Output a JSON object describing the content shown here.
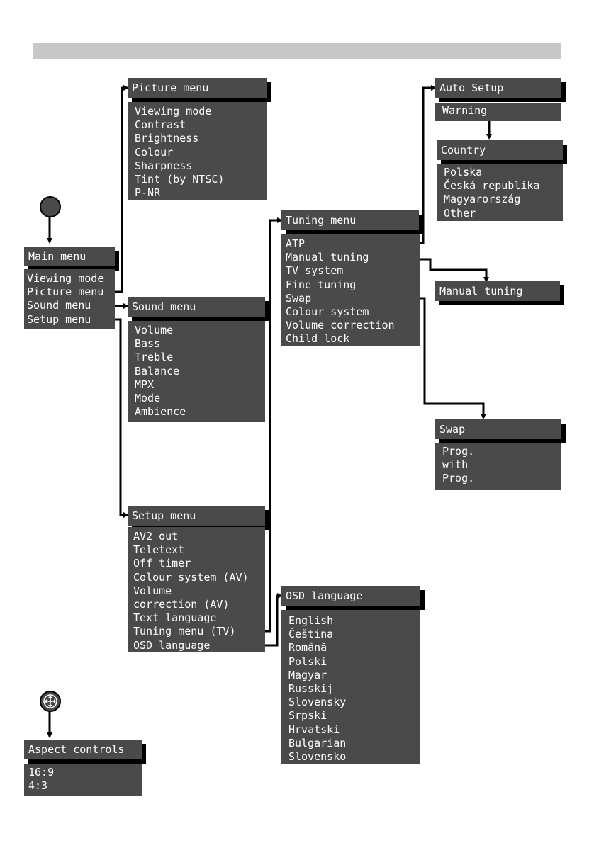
{
  "menus": {
    "main": {
      "title": "Main menu",
      "items": [
        "Viewing mode",
        "Picture menu",
        "Sound menu",
        "Setup menu"
      ]
    },
    "picture": {
      "title": "Picture menu",
      "items": [
        "Viewing mode",
        "Contrast",
        "Brightness",
        "Colour",
        "Sharpness",
        "Tint (by NTSC)",
        "P-NR"
      ]
    },
    "sound": {
      "title": "Sound menu",
      "items": [
        "Volume",
        "Bass",
        "Treble",
        "Balance",
        "MPX",
        "Mode",
        "Ambience"
      ]
    },
    "setup": {
      "title": "Setup menu",
      "items": [
        "AV2 out",
        "Teletext",
        "Off timer",
        "Colour system (AV)",
        "Volume",
        "correction (AV)",
        "Text language",
        "Tuning menu (TV)",
        "OSD language"
      ]
    },
    "tuning": {
      "title": "Tuning menu",
      "items": [
        "ATP",
        "Manual tuning",
        "TV system",
        "Fine tuning",
        "Swap",
        "Colour system",
        "Volume correction",
        "Child lock"
      ]
    },
    "auto_setup": {
      "title": "Auto Setup",
      "items": [
        "Warning"
      ]
    },
    "country": {
      "title": "Country",
      "items": [
        "Polska",
        "Česká republika",
        "Magyarország",
        "Other"
      ]
    },
    "manual_tuning": {
      "title": "Manual tuning"
    },
    "swap": {
      "title": "Swap",
      "items": [
        "Prog.",
        "with",
        "Prog."
      ]
    },
    "osd_language": {
      "title": "OSD language",
      "items": [
        "English",
        "Čeština",
        "Română",
        "Polski",
        "Magyar",
        "Russkij",
        "Slovensky",
        "Srpski",
        "Hrvatski",
        "Bulgarian",
        "Slovensko"
      ]
    },
    "aspect": {
      "title": "Aspect controls",
      "items": [
        "16:9",
        "4:3"
      ]
    }
  },
  "colors": {
    "box": "#4a4a4a",
    "text": "#ffffff",
    "line": "#000000",
    "band": "#c8c8c8"
  },
  "icons": {
    "menu_button": "round-button-icon",
    "aspect_button": "cross-arrows-button-icon"
  }
}
